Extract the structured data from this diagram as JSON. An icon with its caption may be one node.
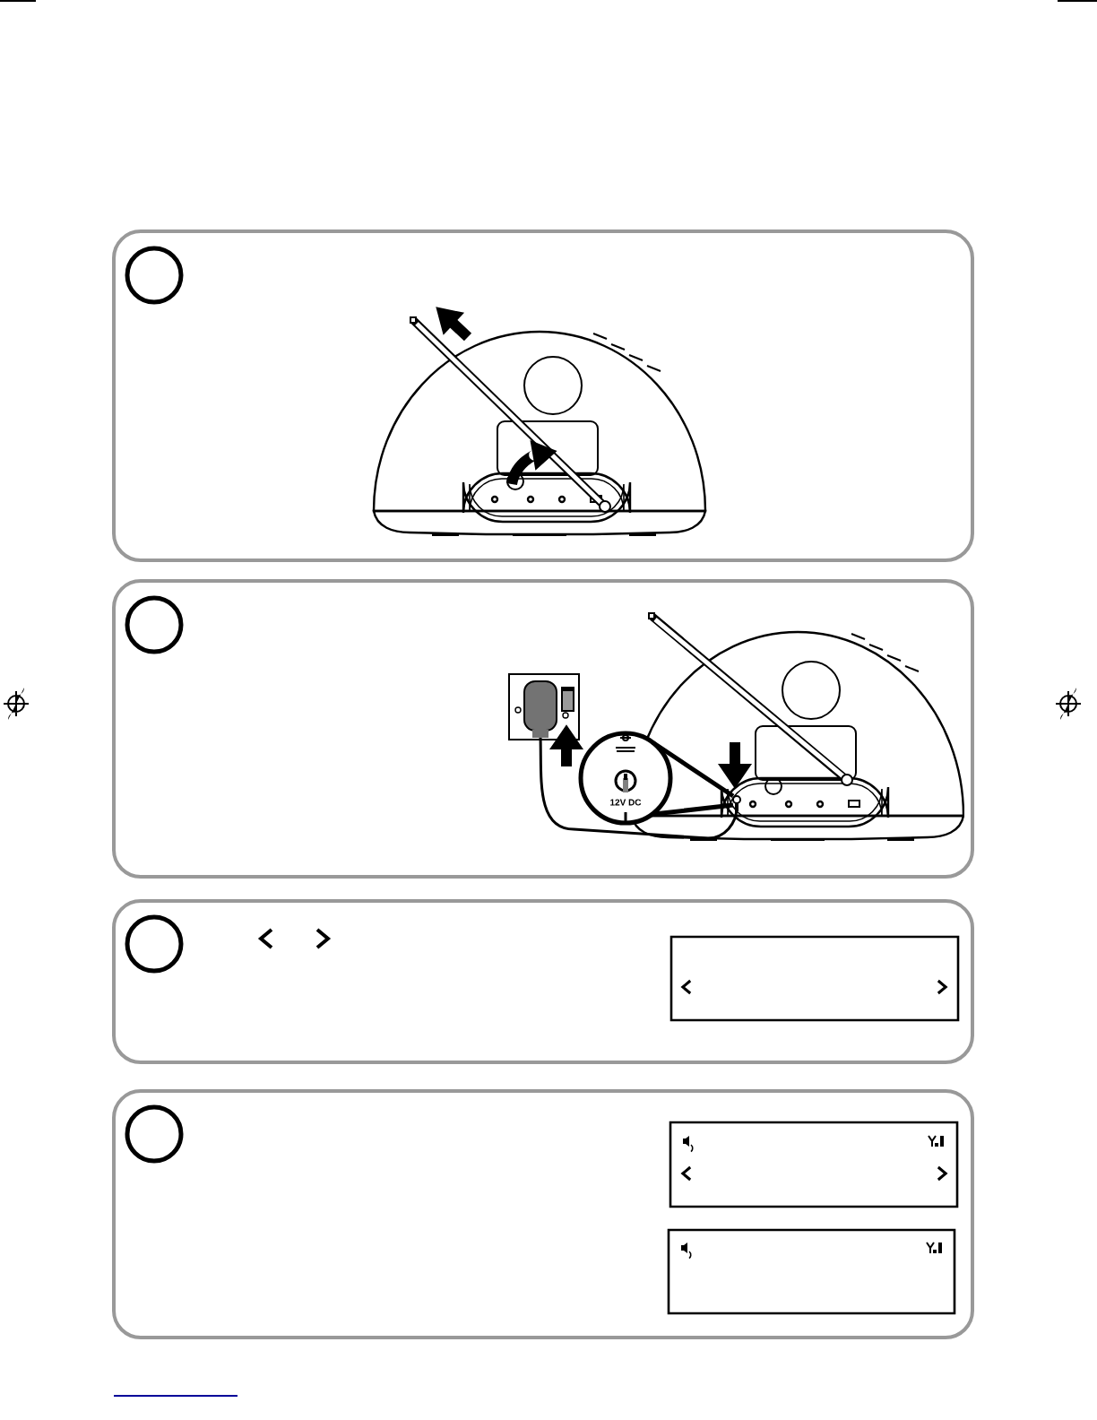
{
  "diagram": {
    "nodes": [
      {
        "text": [],
        "shape": "box"
      },
      {
        "text": [],
        "shape": "circle",
        "in": 0
      },
      {
        "text": [],
        "shape": "box"
      },
      {
        "text": [],
        "shape": "circle",
        "in": 2
      },
      {
        "text": [],
        "shape": "box"
      },
      {
        "text": [],
        "shape": "circle",
        "in": 4
      },
      {
        "text": [],
        "shape": "box",
        "in": 4
      },
      {
        "text": [],
        "shape": "box"
      },
      {
        "text": [],
        "shape": "circle",
        "in": 7
      },
      {
        "text": [],
        "shape": "box",
        "in": 7
      },
      {
        "text": [],
        "shape": "box",
        "in": 7
      }
    ],
    "labels": [
      "12V DC"
    ]
  }
}
